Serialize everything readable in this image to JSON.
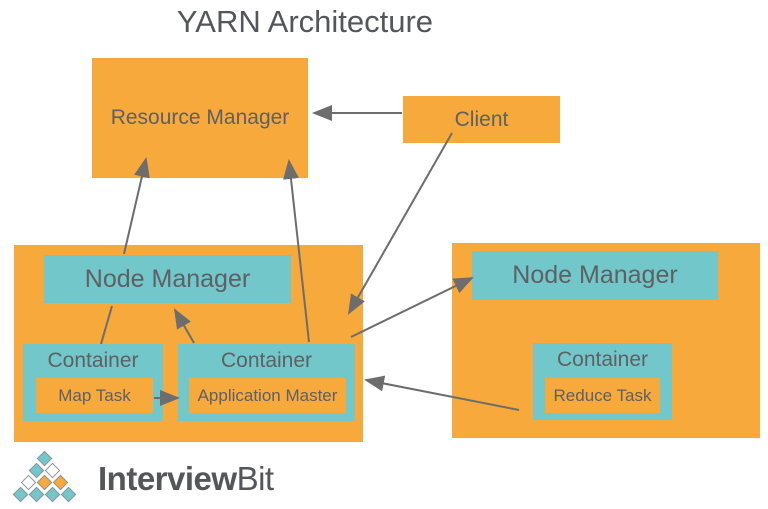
{
  "title": "YARN Architecture",
  "colors": {
    "orange": "#F7A93C",
    "teal": "#72C7CB",
    "arrow": "#6D6D6D",
    "label_text": "#5E6063"
  },
  "boxes": {
    "resource_manager": "Resource Manager",
    "client": "Client"
  },
  "node_managers": [
    "Node Manager",
    "Node Manager"
  ],
  "containers": [
    {
      "label": "Container",
      "task": "Map Task"
    },
    {
      "label": "Container",
      "task": "Application Master"
    },
    {
      "label": "Container",
      "task": "Reduce Task"
    }
  ],
  "connections": [
    {
      "from": "client",
      "to": "resource-manager"
    },
    {
      "from": "container-map",
      "to": "resource-manager",
      "segment": "lower"
    },
    {
      "from": "container-map",
      "to": "resource-manager",
      "segment": "upper"
    },
    {
      "from": "application-master",
      "to": "resource-manager"
    },
    {
      "from": "client",
      "to": "node-left"
    },
    {
      "from": "node-left",
      "to": "node-manager-right"
    },
    {
      "from": "map-task",
      "to": "application-master"
    },
    {
      "from": "container-application-master",
      "to": "node-manager-left"
    },
    {
      "from": "node-right",
      "to": "application-master"
    }
  ],
  "logo": {
    "brand_bold": "Interview",
    "brand_light": "Bit",
    "mark_rows": [
      [
        "teal"
      ],
      [
        "teal",
        "white"
      ],
      [
        "white",
        "orange",
        "orange"
      ],
      [
        "teal",
        "teal",
        "teal",
        "teal"
      ]
    ]
  }
}
